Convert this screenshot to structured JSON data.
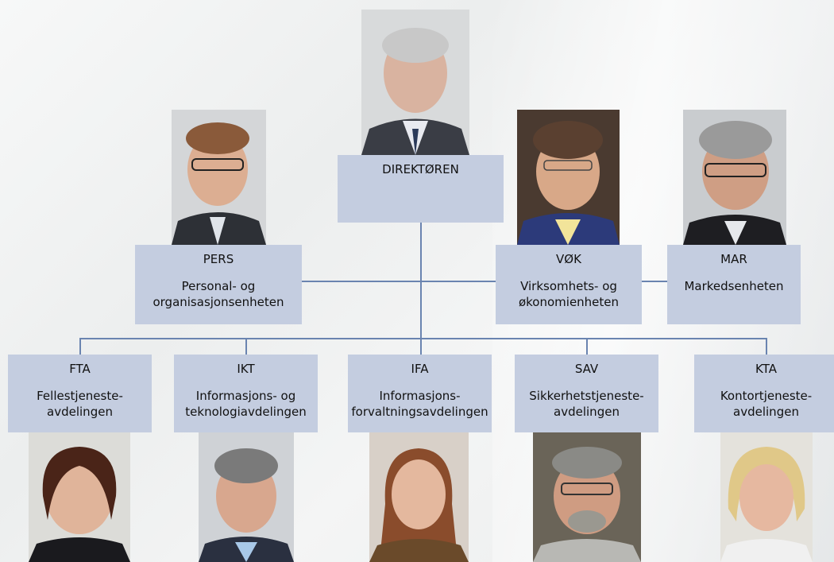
{
  "director": {
    "code": "DIREKTØREN"
  },
  "staff": [
    {
      "code": "PERS",
      "name1": "Personal- og",
      "name2": "organisasjonsenheten"
    },
    {
      "code": "VØK",
      "name1": "Virksomhets- og",
      "name2": "økonomienheten"
    },
    {
      "code": "MAR",
      "name1": "",
      "name2": "Markedsenheten"
    }
  ],
  "departments": [
    {
      "code": "FTA",
      "name1": "Fellestjeneste-",
      "name2": "avdelingen"
    },
    {
      "code": "IKT",
      "name1": "Informasjons- og",
      "name2": "teknologiavdelingen"
    },
    {
      "code": "IFA",
      "name1": "Informasjons-",
      "name2": "forvaltningsavdelingen"
    },
    {
      "code": "SAV",
      "name1": "Sikkerhetstjeneste-",
      "name2": "avdelingen"
    },
    {
      "code": "KTA",
      "name1": "Kontortjeneste-",
      "name2": "avdelingen"
    }
  ],
  "colors": {
    "box": "#c4cde0",
    "line": "#6a84b0"
  }
}
